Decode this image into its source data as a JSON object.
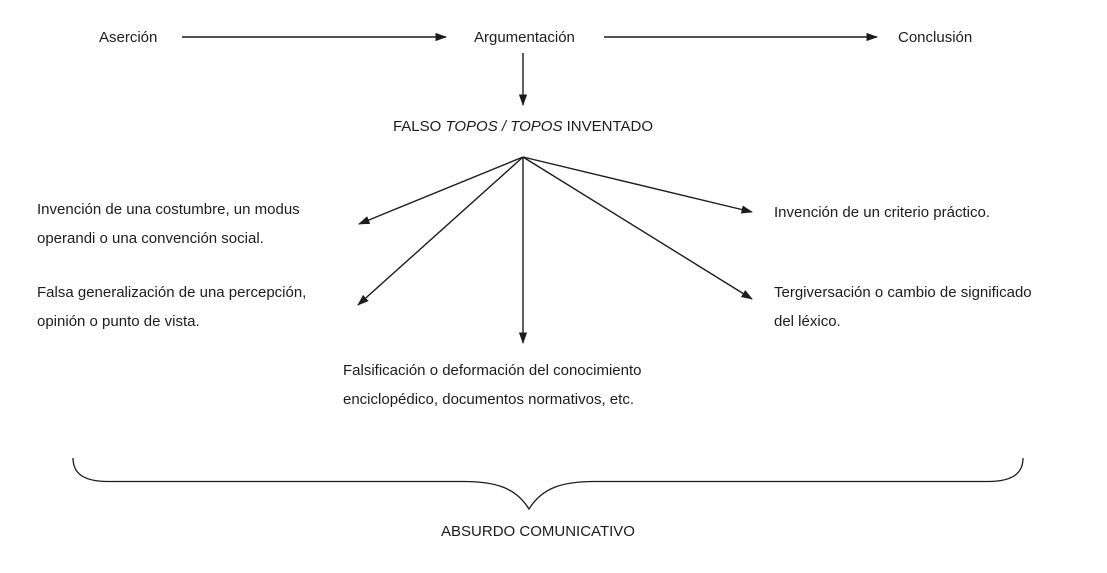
{
  "colors": {
    "ink": "#1c1c1c",
    "background": "#ffffff"
  },
  "flow": {
    "nodes": [
      {
        "label": "Aserción"
      },
      {
        "label": "Argumentación"
      },
      {
        "label": "Conclusión"
      }
    ]
  },
  "central": {
    "parts": [
      {
        "text": "FALSO ",
        "italic": false
      },
      {
        "text": "TOPOS / TOPOS",
        "italic": true
      },
      {
        "text": " INVENTADO",
        "italic": false
      }
    ],
    "full_text": "FALSO TOPOS / TOPOS INVENTADO"
  },
  "branches": [
    {
      "lines": [
        "Invención de una costumbre, un modus",
        "operandi o una convención social."
      ]
    },
    {
      "lines": [
        "Falsa generalización de una percepción,",
        "opinión o punto de vista."
      ]
    },
    {
      "lines": [
        "Falsificación o deformación del conocimiento",
        "enciclopédico, documentos normativos, etc."
      ]
    },
    {
      "lines": [
        "Invención de un criterio práctico."
      ]
    },
    {
      "lines": [
        "Tergiversación o cambio de significado",
        "del léxico."
      ]
    }
  ],
  "bottom": {
    "label": "ABSURDO COMUNICATIVO"
  }
}
